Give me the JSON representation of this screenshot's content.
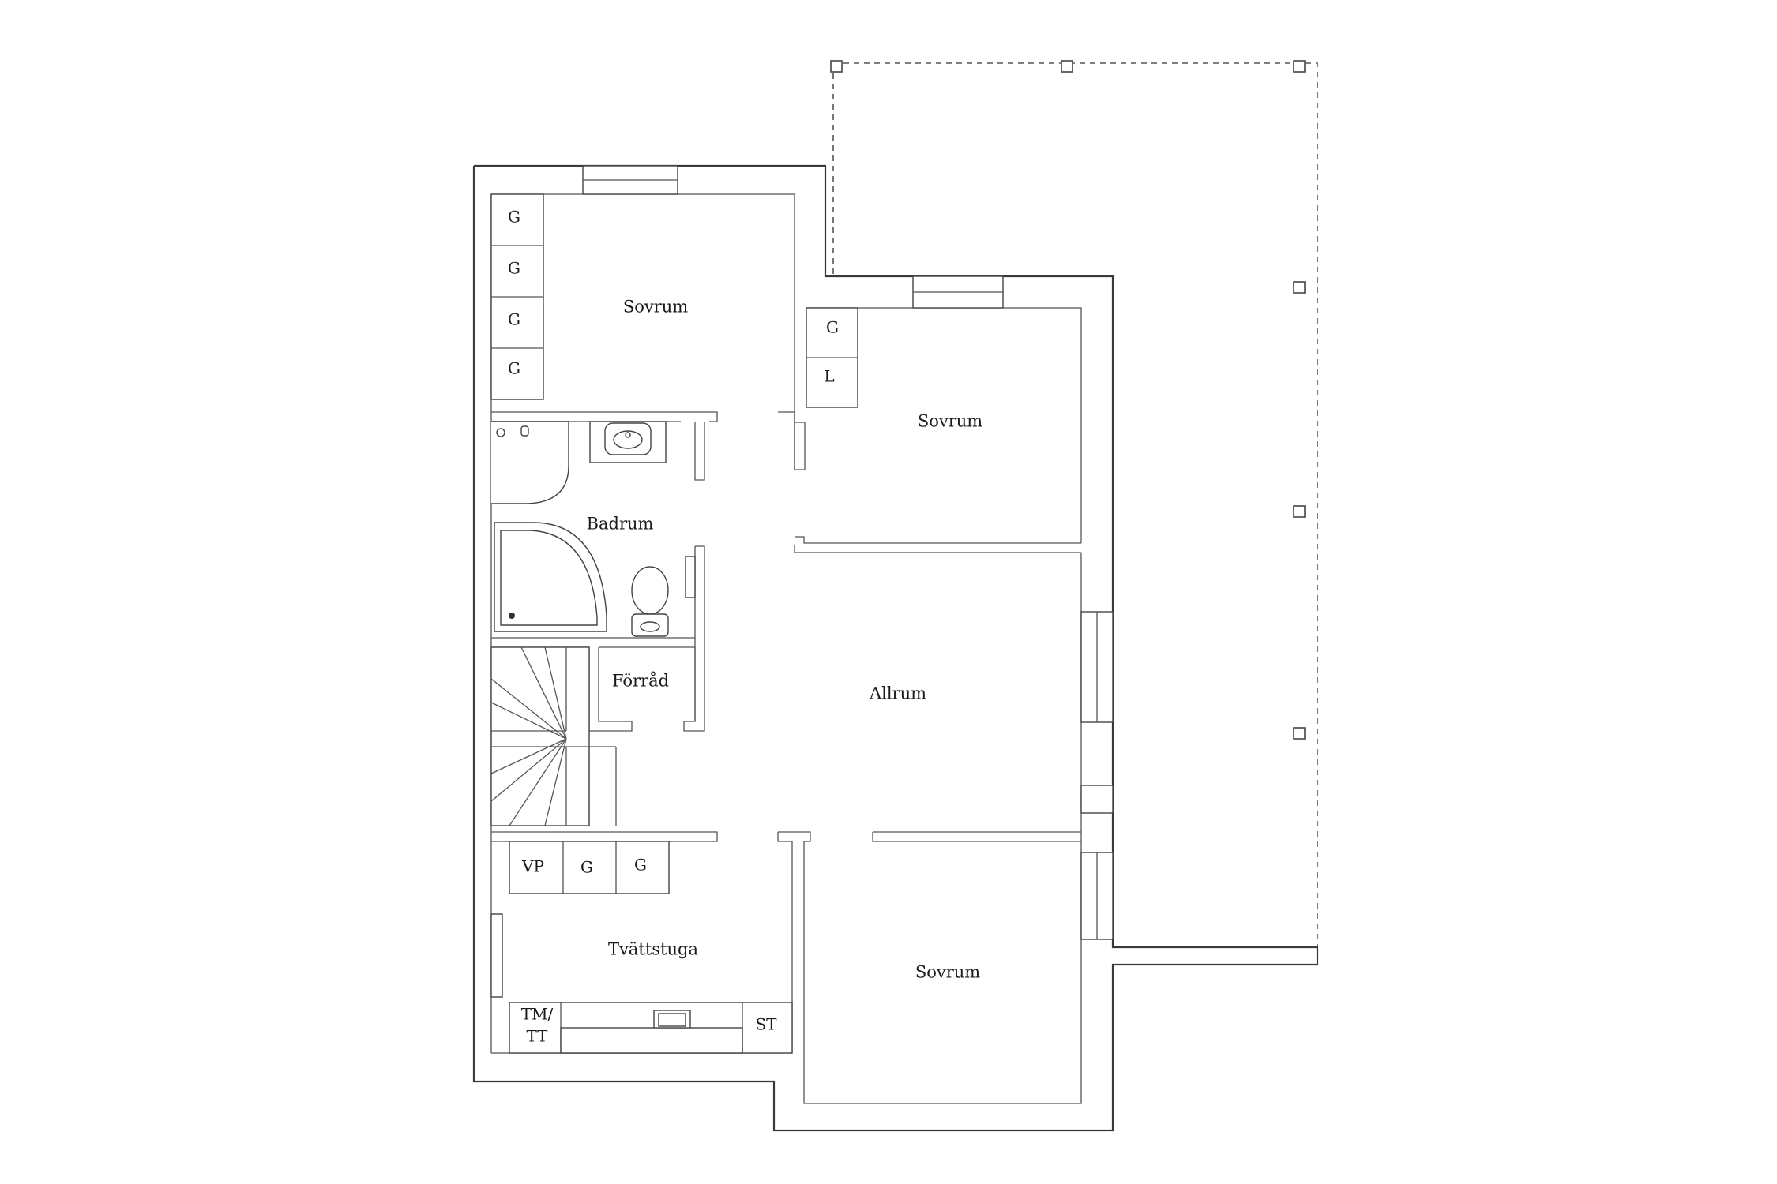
{
  "rooms": {
    "sovrum_top_left": "Sovrum",
    "sovrum_top_right": "Sovrum",
    "badrum": "Badrum",
    "forrad": "Förråd",
    "allrum": "Allrum",
    "tvattstuga": "Tvättstuga",
    "sovrum_bottom": "Sovrum"
  },
  "storage": {
    "g1": "G",
    "g2": "G",
    "g3": "G",
    "g4": "G",
    "g5": "G",
    "l1": "L",
    "vp": "VP",
    "g6": "G",
    "g7": "G",
    "tm": "TM/",
    "tt": "TT",
    "st": "ST"
  }
}
